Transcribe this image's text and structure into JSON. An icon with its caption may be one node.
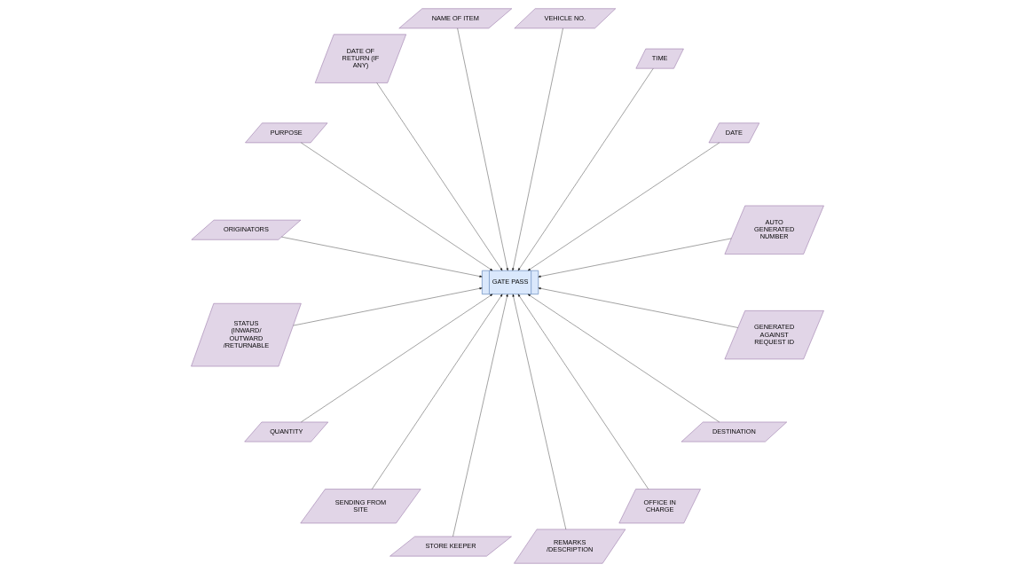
{
  "diagram": {
    "nodes": [
      {
        "text": [
          "AUTO GENERATED NUMBER"
        ]
      },
      {
        "text": [
          "DATE"
        ]
      },
      {
        "text": [
          "TIME"
        ]
      },
      {
        "text": [
          "VEHICLE NO."
        ]
      },
      {
        "text": [
          "NAME OF ITEM"
        ]
      },
      {
        "text": [
          "DATE OF RETURN (IF ANY)"
        ]
      },
      {
        "text": [
          "PURPOSE"
        ]
      },
      {
        "text": [
          "ORIGINATORS"
        ]
      },
      {
        "text": [
          "GATE PASS"
        ]
      },
      {
        "text": [
          "STATUS (INWARD/ OUTWARD /RETURNABLE"
        ]
      },
      {
        "text": [
          "QUANTITY"
        ]
      },
      {
        "text": [
          "SENDING FROM SITE"
        ]
      },
      {
        "text": [
          "STORE KEEPER"
        ]
      },
      {
        "text": [
          "REMARKS /DESCRIPTION"
        ]
      },
      {
        "text": [
          "OFFICE IN CHARGE"
        ]
      },
      {
        "text": [
          "DESTINATION"
        ]
      },
      {
        "text": [
          "GENERATED AGAINST REQUEST ID"
        ]
      }
    ],
    "edges": [
      {
        "from": 0,
        "to": 8,
        "arrow": "to"
      },
      {
        "from": 1,
        "to": 8,
        "arrow": "to"
      },
      {
        "from": 2,
        "to": 8,
        "arrow": "to"
      },
      {
        "from": 3,
        "to": 8,
        "arrow": "to"
      },
      {
        "from": 4,
        "to": 8,
        "arrow": "to"
      },
      {
        "from": 6,
        "to": 8,
        "arrow": "to"
      },
      {
        "from": 9,
        "to": 8,
        "arrow": "to"
      },
      {
        "from": 11,
        "to": 8,
        "arrow": "to"
      },
      {
        "from": 16,
        "to": 8,
        "arrow": "to"
      },
      {
        "from": 15,
        "to": 8,
        "arrow": "to"
      },
      {
        "from": 14,
        "to": 8,
        "arrow": "to"
      },
      {
        "from": 13,
        "to": 8,
        "arrow": "to"
      },
      {
        "from": 12,
        "to": 8,
        "arrow": "to"
      },
      {
        "from": 10,
        "to": 8,
        "arrow": "to"
      },
      {
        "from": 7,
        "to": 8,
        "arrow": "to"
      },
      {
        "from": 5,
        "to": 8,
        "arrow": "to"
      }
    ]
  }
}
